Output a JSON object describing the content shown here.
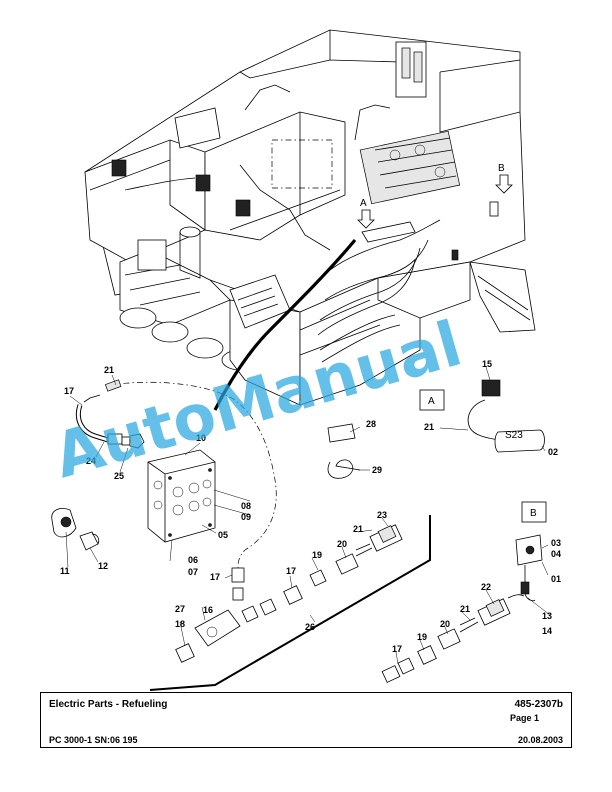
{
  "watermark": "AutoManual",
  "title_block": {
    "title": "Electric Parts - Refueling",
    "drawing_number": "485-2307b",
    "page": "Page 1",
    "model": "PC 3000-1 SN:06 195",
    "date": "20.08.2003"
  },
  "view_labels": {
    "a": "A",
    "b": "B"
  },
  "sensor_label": "S23",
  "callouts": [
    "21",
    "17",
    "10",
    "24",
    "25",
    "08",
    "09",
    "05",
    "06",
    "07",
    "11",
    "12",
    "17",
    "16",
    "27",
    "18",
    "17",
    "19",
    "20",
    "21",
    "23",
    "26",
    "28",
    "29",
    "15",
    "21",
    "02",
    "03",
    "04",
    "01",
    "13",
    "14",
    "22",
    "21",
    "20",
    "19",
    "17"
  ]
}
